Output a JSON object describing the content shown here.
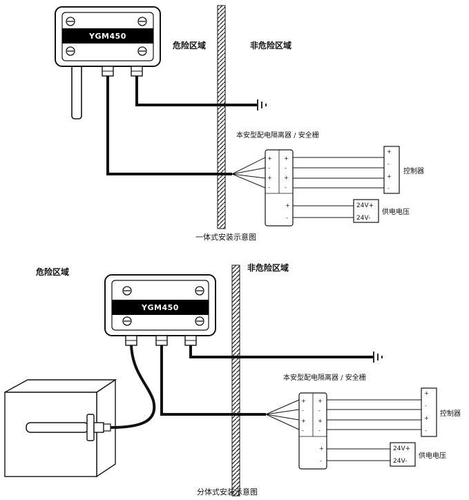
{
  "top": {
    "device_label": "YGM450",
    "hazard_zone": "危险区域",
    "safe_zone": "非危险区域",
    "barrier_label": "本安型配电隔离器 / 安全栅",
    "controller_label": "控制器",
    "supply_plus": "24V+",
    "supply_minus": "24V-",
    "supply_label": "供电电压",
    "caption": "一体式安装示意图"
  },
  "bottom": {
    "device_label": "YGM450",
    "hazard_zone": "危险区域",
    "safe_zone": "非危险区域",
    "barrier_label": "本安型配电隔离器 / 安全栅",
    "controller_label": "控制器",
    "supply_plus": "24V+",
    "supply_minus": "24V-",
    "supply_label": "供电电压",
    "caption": "分体式安装示意图"
  },
  "symbols": {
    "plus": "+",
    "minus": "-"
  },
  "colors": {
    "line": "#111111",
    "device_band": "#000000",
    "background": "#ffffff"
  }
}
